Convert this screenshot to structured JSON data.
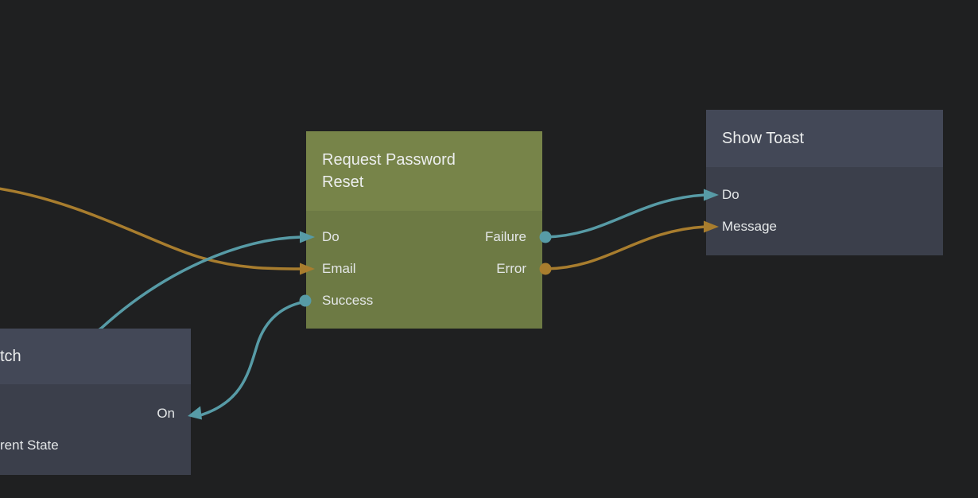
{
  "editor": {
    "background_color": "#1f2021",
    "wire_colors": {
      "signal": "#579ba6",
      "data": "#a87d2e"
    },
    "node_colors": {
      "action_header": "#778449",
      "action_body": "#6d7a44",
      "default_header": "#434857",
      "default_body": "#3b3f4b"
    }
  },
  "nodes": [
    {
      "title": "Request Password Reset",
      "kind": "action",
      "rows": [
        {
          "left": "Do",
          "right": "Failure"
        },
        {
          "left": "Email",
          "right": "Error"
        },
        {
          "left": "Success",
          "right": ""
        }
      ]
    },
    {
      "title": "Show Toast",
      "kind": "default",
      "rows": [
        {
          "left": "Do",
          "right": ""
        },
        {
          "left": "Message",
          "right": ""
        }
      ]
    },
    {
      "title": "tch",
      "kind": "default",
      "rows": [
        {
          "left": "",
          "right": "On"
        },
        {
          "left": "rent State",
          "right": ""
        }
      ]
    }
  ]
}
